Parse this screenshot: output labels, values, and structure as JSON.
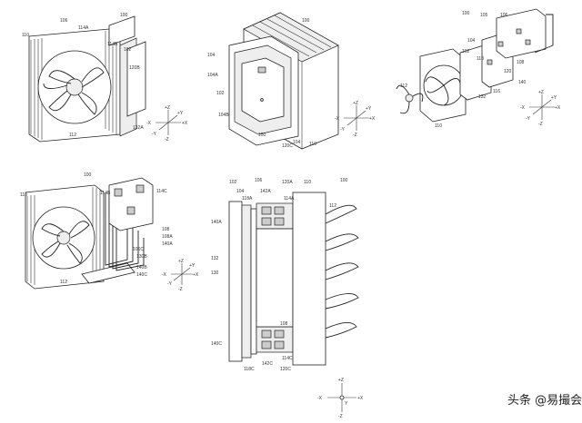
{
  "watermark": "头条 @易撮会",
  "fig1": {
    "ref": "100",
    "labels": [
      "110",
      "106",
      "114A",
      "114B",
      "102",
      "120B",
      "112",
      "132A"
    ],
    "axes": [
      "+X",
      "-X",
      "+Y",
      "-Y",
      "+Z",
      "-Z"
    ]
  },
  "fig2": {
    "ref": "100",
    "labels": [
      "104",
      "104A",
      "102",
      "104B",
      "150",
      "110",
      "120C",
      "104"
    ],
    "axes": [
      "+X",
      "-X",
      "+Y",
      "-Y",
      "+Z",
      "-Z"
    ]
  },
  "fig3": {
    "ref": "100",
    "labels": [
      "105",
      "106",
      "104",
      "102",
      "108",
      "120",
      "116",
      "132",
      "140",
      "112",
      "110",
      "118"
    ],
    "axes": [
      "+X",
      "-X",
      "+Y",
      "-Y",
      "+Z",
      "-Z"
    ]
  },
  "fig4": {
    "ref": "100",
    "labels": [
      "110",
      "114B",
      "114C",
      "108",
      "108A",
      "140A",
      "106C",
      "130B",
      "140B",
      "140C",
      "112"
    ],
    "axes": [
      "+X",
      "-X",
      "+Y",
      "-Y",
      "+Z",
      "-Z"
    ]
  },
  "fig5": {
    "ref": "100",
    "labels": [
      "102",
      "104",
      "106",
      "118A",
      "142A",
      "120A",
      "114A",
      "110",
      "112",
      "140A",
      "132",
      "130",
      "108",
      "140C",
      "118C",
      "142C",
      "114C",
      "120C"
    ],
    "axes": [
      "+Z",
      "-Z",
      "+X",
      "-X",
      "Y"
    ]
  }
}
